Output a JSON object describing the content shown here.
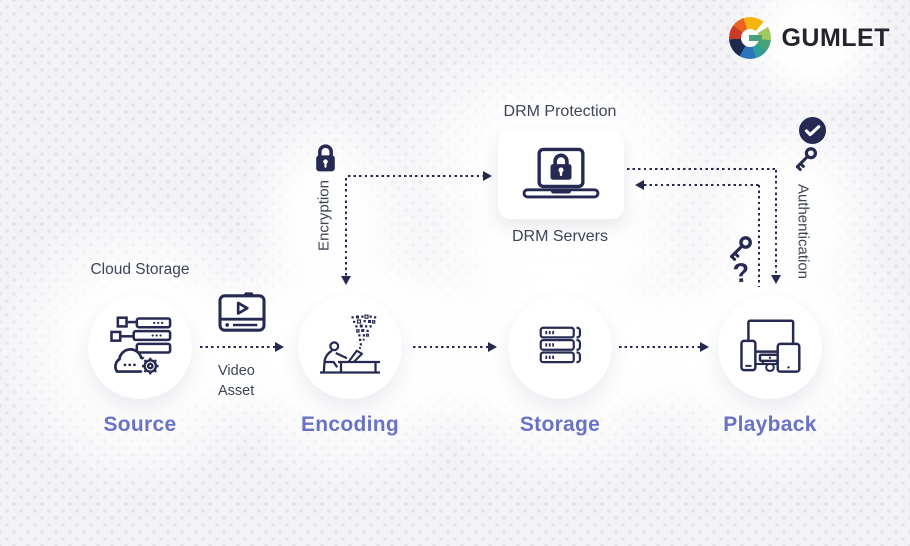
{
  "brand": {
    "name": "GUMLET"
  },
  "drm": {
    "top_label": "DRM Protection",
    "bottom_label": "DRM Servers",
    "icon": "laptop-lock-icon"
  },
  "flows": {
    "encryption_label": "Encryption",
    "encryption_icon": "lock-icon",
    "authentication_label": "Authentication",
    "authentication_icons": [
      "check-circle-icon",
      "key-icon"
    ],
    "license_request_icons": [
      "key-icon",
      "question-mark"
    ],
    "license_question": "?"
  },
  "stages": [
    {
      "label": "Source",
      "caption": "Cloud Storage",
      "icon": "cloud-servers-gear-icon"
    },
    {
      "label": "Encoding",
      "icon": "person-encoding-icon"
    },
    {
      "label": "Storage",
      "icon": "server-stack-icon"
    },
    {
      "label": "Playback",
      "icon": "multi-device-icon"
    }
  ],
  "connector": {
    "video_asset_line1": "Video",
    "video_asset_line2": "Asset",
    "icon": "video-player-icon"
  },
  "colors": {
    "ink": "#262a52",
    "stage_label": "#6973c5",
    "caption": "#3f4458",
    "background": "#f3f3f6",
    "dot": "#e4e4eb",
    "card": "#ffffff",
    "wordmark": "#23242e",
    "logo_yellow": "#f6b40f",
    "logo_green_light": "#a2c862",
    "logo_green": "#46a378",
    "logo_teal": "#2f9e9b",
    "logo_blue": "#2b74ba",
    "logo_navy": "#1d2a4e",
    "logo_red": "#c93a2b",
    "logo_orange": "#e8641f"
  }
}
